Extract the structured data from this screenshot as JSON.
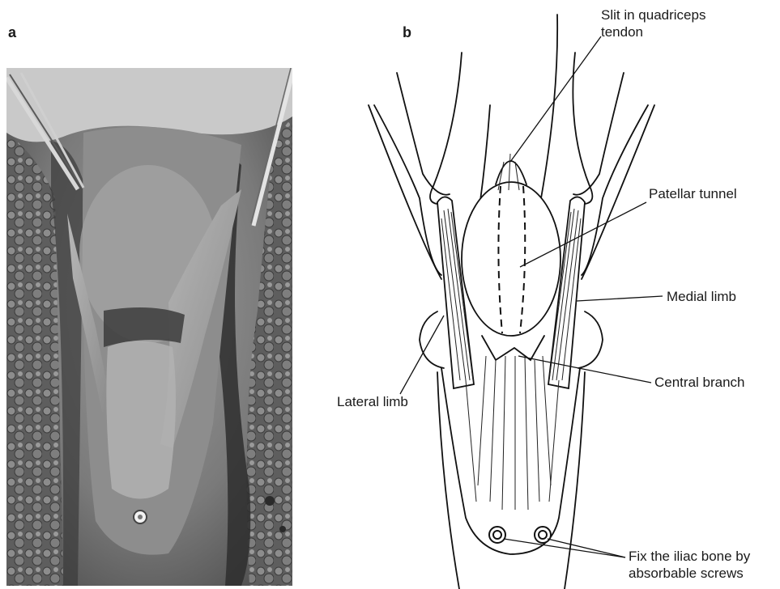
{
  "panels": {
    "a": "a",
    "b": "b"
  },
  "labels": {
    "slit_line1": "Slit in quadriceps",
    "slit_line2": "tendon",
    "patellar_tunnel": "Patellar tunnel",
    "medial_limb": "Medial limb",
    "central_branch": "Central branch",
    "lateral_limb": "Lateral limb",
    "fix_line1": "Fix the iliac bone by",
    "fix_line2": "absorbable screws"
  }
}
